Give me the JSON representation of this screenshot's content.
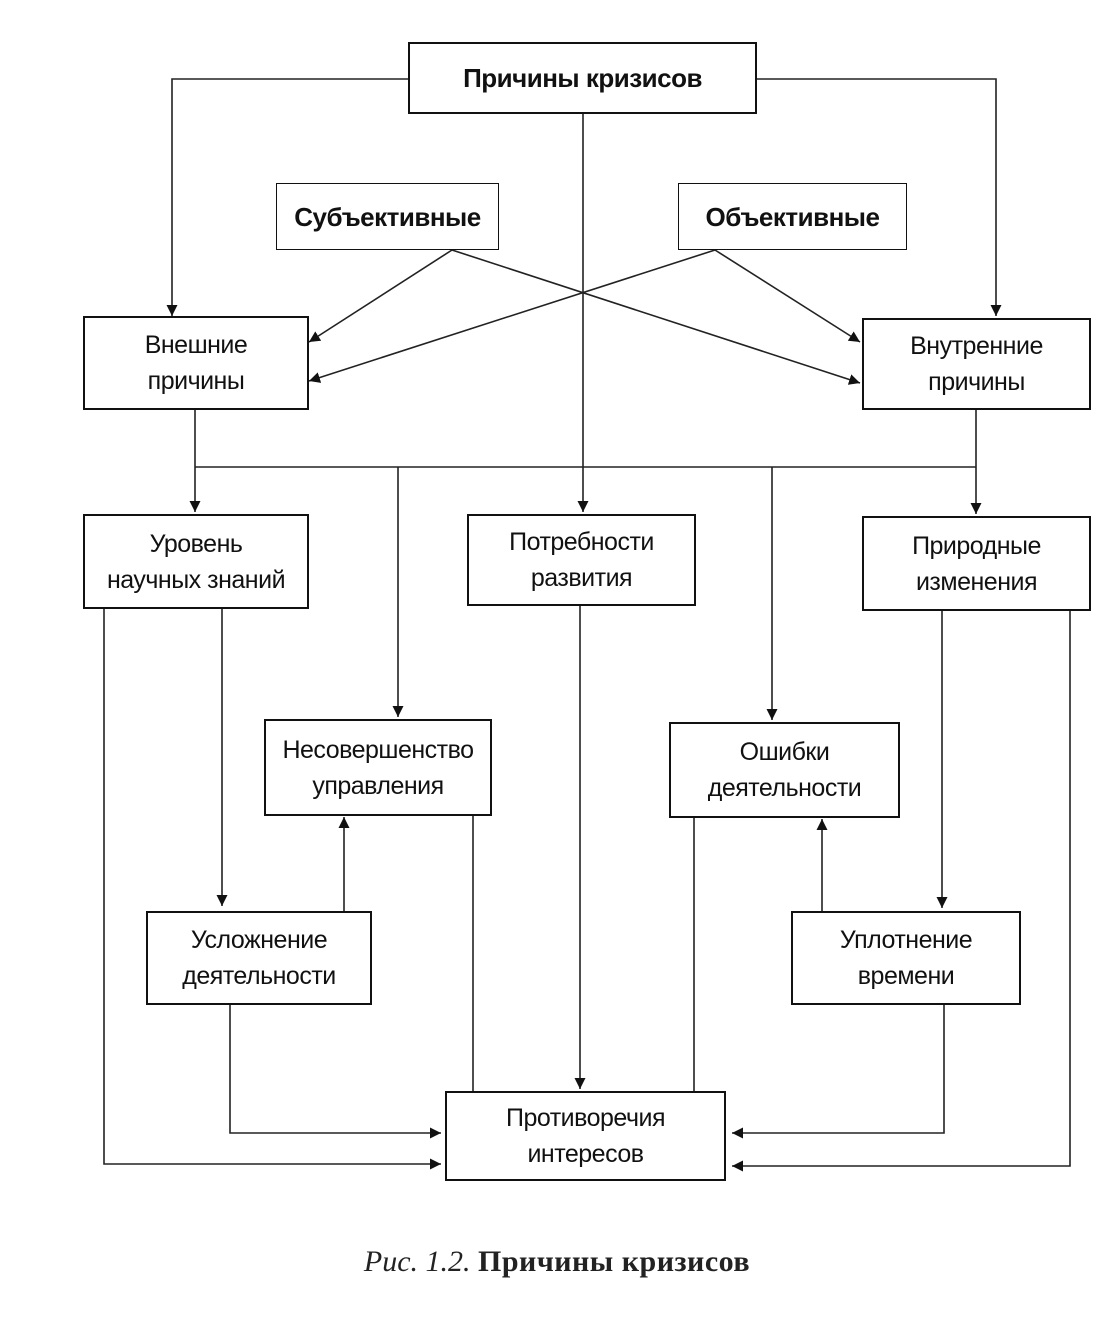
{
  "nodes": {
    "root": "Причины кризисов",
    "subjective": "Субъективные",
    "objective": "Объективные",
    "external": "Внешние\nпричины",
    "internal": "Внутренние\nпричины",
    "knowledge": "Уровень\nнаучных знаний",
    "development": "Потребности\nразвития",
    "nature": "Природные\nизменения",
    "management": "Несовершенство\nуправления",
    "errors": "Ошибки\nдеятельности",
    "complexity": "Усложнение\nдеятельности",
    "compression": "Уплотнение\nвремени",
    "contradictions": "Противоречия\nинтересов"
  },
  "caption": {
    "label": "Рис. 1.2.",
    "title": "Причины кризисов"
  }
}
